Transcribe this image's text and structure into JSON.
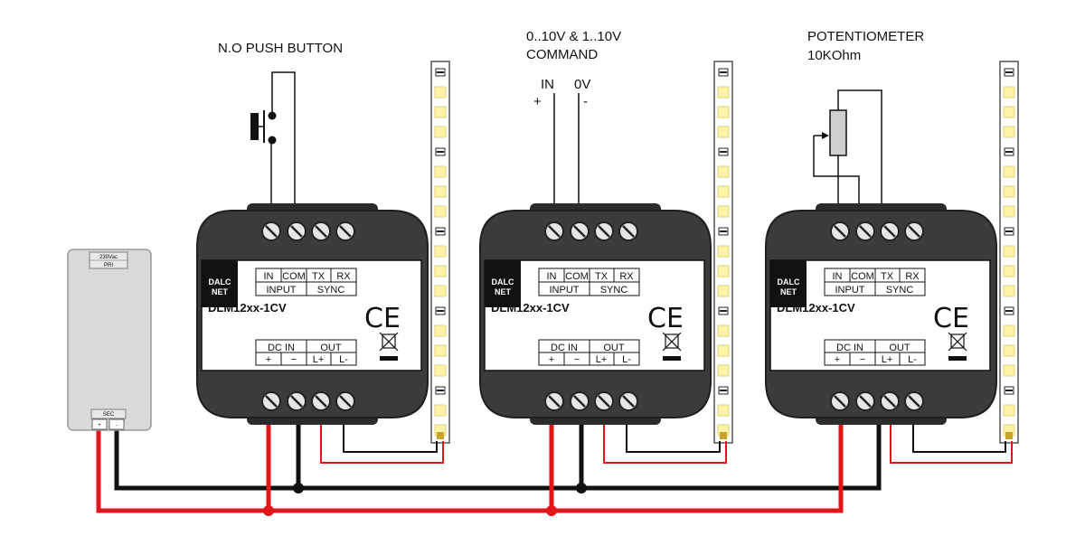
{
  "labels": {
    "push_button": "N.O PUSH BUTTON",
    "command_line1": "0..10V & 1..10V",
    "command_line2": "COMMAND",
    "cmd_in": "IN",
    "cmd_0v": "0V",
    "cmd_plus": "+",
    "cmd_minus": "-",
    "pot_line1": "POTENTIOMETER",
    "pot_line2": "10KOhm"
  },
  "psu": {
    "pri_top": "230Vac",
    "pri_bottom": "PRI",
    "sec": "SEC",
    "plus": "+",
    "minus": "-"
  },
  "module": {
    "brand_line1": "DALC",
    "brand_line2": "NET",
    "model": "DLM12xx-1CV",
    "in": "IN",
    "com": "COM",
    "tx": "TX",
    "rx": "RX",
    "input": "INPUT",
    "sync": "SYNC",
    "dc_in": "DC IN",
    "out": "OUT",
    "plus": "+",
    "minus": "−",
    "l_plus": "L+",
    "l_minus": "L-",
    "ce": "CE"
  },
  "colors": {
    "positive_wire": "#e0161b",
    "negative_wire": "#111111",
    "module_body": "#3a3b3d",
    "led_yellow": "#fff3a6"
  }
}
